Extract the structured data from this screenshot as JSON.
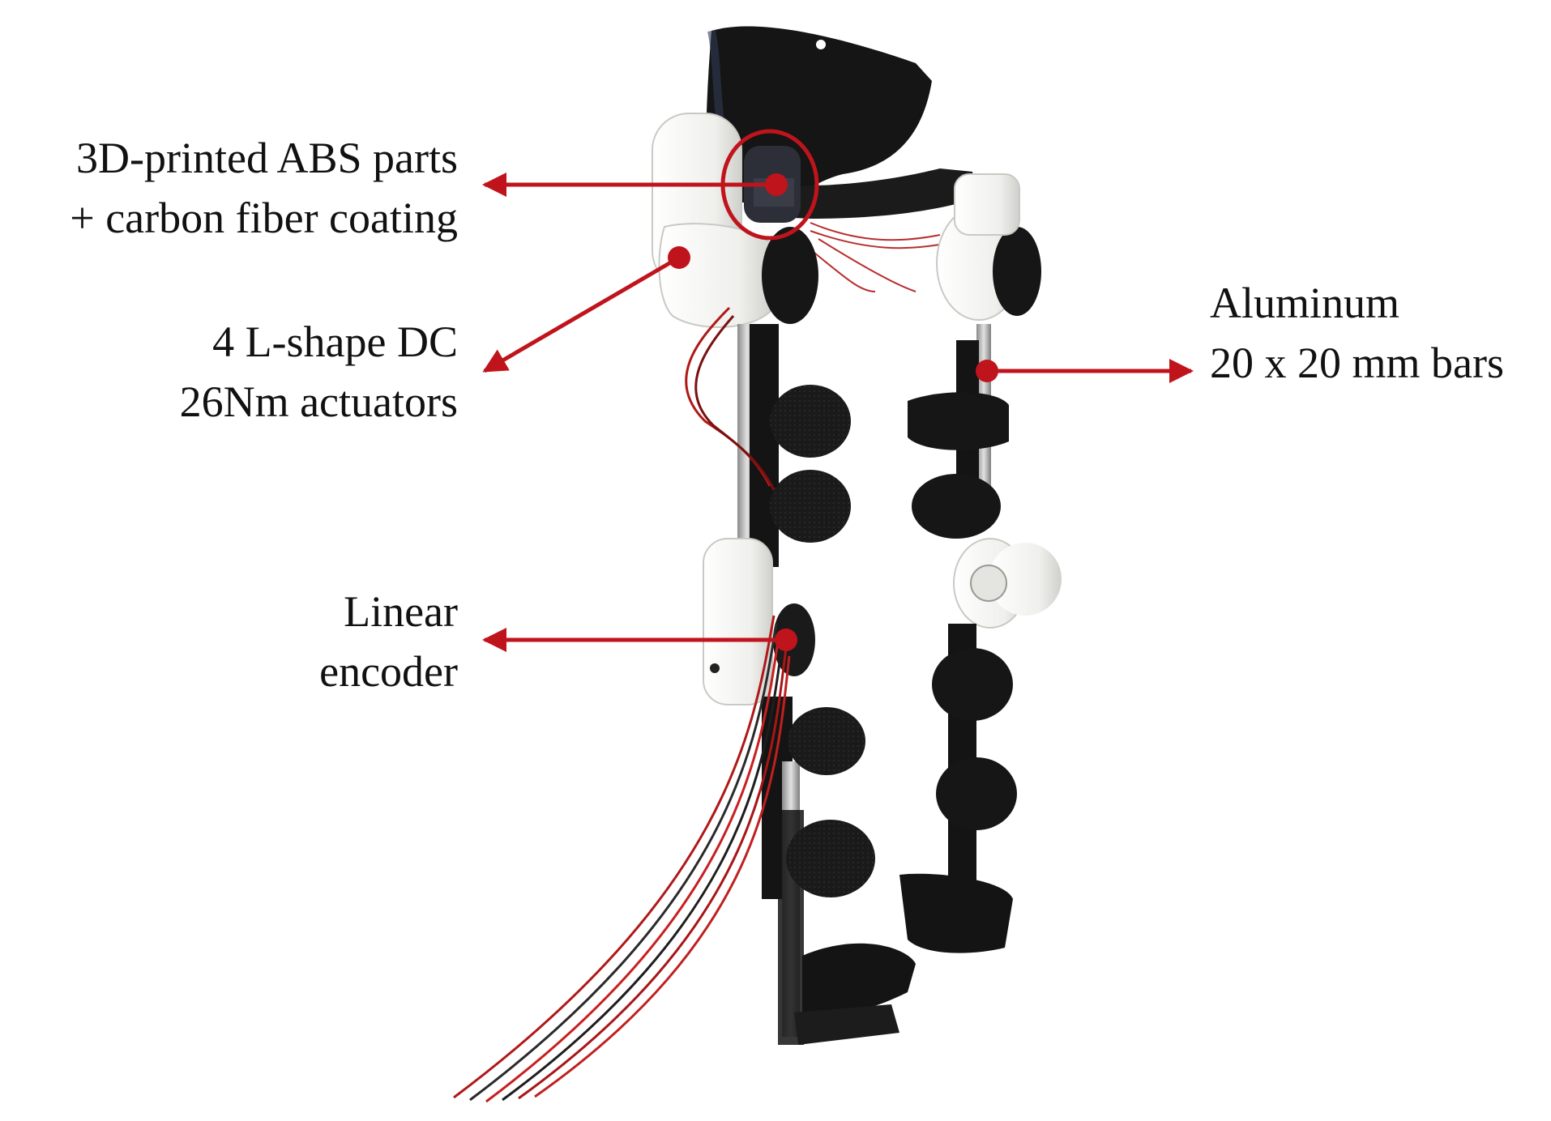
{
  "annotations": {
    "abs_parts": {
      "line1": "3D-printed ABS parts",
      "line2": "+ carbon fiber coating"
    },
    "actuators": {
      "line1": "4 L-shape DC",
      "line2": "26Nm actuators"
    },
    "encoder": {
      "line1": "Linear",
      "line2": "encoder"
    },
    "aluminum": {
      "line1": "Aluminum",
      "line2": "20 x 20 mm bars"
    }
  },
  "colors": {
    "annotation_red": "#c0141c",
    "frame_black": "#141414",
    "housing_white": "#f2f2f0",
    "bar_silver": "#b8b8b8",
    "cable_red": "#b01818"
  }
}
